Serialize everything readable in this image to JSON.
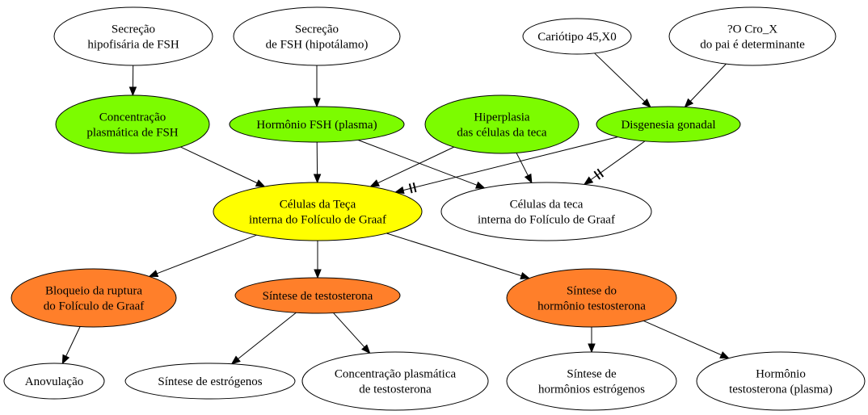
{
  "colors": {
    "green": "#7cfc00",
    "yellow": "#ffff00",
    "orange": "#ff7f2a",
    "white": "#ffffff",
    "stroke": "#000000"
  },
  "nodes": {
    "secrecao_hipofisaria": {
      "lines": [
        "Secreção",
        "hipofisária de FSH"
      ],
      "fill": "white"
    },
    "secrecao_hipotalamo": {
      "lines": [
        "Secreção",
        "de FSH (hipotálamo)"
      ],
      "fill": "white"
    },
    "cariotipo": {
      "lines": [
        "Cariótipo 45,X0"
      ],
      "fill": "white"
    },
    "cromossomo_x": {
      "lines": [
        "?O Cro_X",
        "do pai é determinante"
      ],
      "fill": "white"
    },
    "concentracao_fsh": {
      "lines": [
        "Concentração",
        "plasmática de FSH"
      ],
      "fill": "green"
    },
    "hormonio_fsh": {
      "lines": [
        "Hormônio FSH (plasma)"
      ],
      "fill": "green"
    },
    "hiperplasia": {
      "lines": [
        "Hiperplasia",
        "das células da teca"
      ],
      "fill": "green"
    },
    "disgenesia": {
      "lines": [
        "Disgenesia gonadal"
      ],
      "fill": "green"
    },
    "celulas_teca_center": {
      "lines": [
        "Células da Teça",
        "interna do Folículo de Graaf"
      ],
      "fill": "yellow"
    },
    "celulas_teca_right": {
      "lines": [
        "Células da teca",
        "interna do Folículo de Graaf"
      ],
      "fill": "white"
    },
    "bloqueio": {
      "lines": [
        "Bloqueio da ruptura",
        "do Folículo de Graaf"
      ],
      "fill": "orange"
    },
    "sintese_testosterona": {
      "lines": [
        "Síntese de testosterona"
      ],
      "fill": "orange"
    },
    "sintese_hormonio_testosterona": {
      "lines": [
        "Síntese do",
        "hormônio testosterona"
      ],
      "fill": "orange"
    },
    "anovulacao": {
      "lines": [
        "Anovulação"
      ],
      "fill": "white"
    },
    "sintese_estrogenos": {
      "lines": [
        "Síntese de estrógenos"
      ],
      "fill": "white"
    },
    "concentracao_testosterona": {
      "lines": [
        "Concentração plasmática",
        "de testosterona"
      ],
      "fill": "white"
    },
    "sintese_hormonios_estrogenos": {
      "lines": [
        "Síntese de",
        "hormônios estrógenos"
      ],
      "fill": "white"
    },
    "hormonio_testosterona_plasma": {
      "lines": [
        "Hormônio",
        "testosterona (plasma)"
      ],
      "fill": "white"
    }
  },
  "edges": [
    {
      "from": "secrecao_hipofisaria",
      "to": "concentracao_fsh",
      "blocked": false
    },
    {
      "from": "secrecao_hipotalamo",
      "to": "hormonio_fsh",
      "blocked": false
    },
    {
      "from": "cariotipo",
      "to": "disgenesia",
      "blocked": false
    },
    {
      "from": "cromossomo_x",
      "to": "disgenesia",
      "blocked": false
    },
    {
      "from": "concentracao_fsh",
      "to": "celulas_teca_center",
      "blocked": false
    },
    {
      "from": "hormonio_fsh",
      "to": "celulas_teca_center",
      "blocked": false
    },
    {
      "from": "hormonio_fsh",
      "to": "celulas_teca_right",
      "blocked": false
    },
    {
      "from": "hiperplasia",
      "to": "celulas_teca_center",
      "blocked": false
    },
    {
      "from": "hiperplasia",
      "to": "celulas_teca_right",
      "blocked": false
    },
    {
      "from": "disgenesia",
      "to": "celulas_teca_center",
      "blocked": true
    },
    {
      "from": "disgenesia",
      "to": "celulas_teca_right",
      "blocked": true
    },
    {
      "from": "celulas_teca_center",
      "to": "bloqueio",
      "blocked": false
    },
    {
      "from": "celulas_teca_center",
      "to": "sintese_testosterona",
      "blocked": false
    },
    {
      "from": "celulas_teca_center",
      "to": "sintese_hormonio_testosterona",
      "blocked": false
    },
    {
      "from": "bloqueio",
      "to": "anovulacao",
      "blocked": false
    },
    {
      "from": "sintese_testosterona",
      "to": "sintese_estrogenos",
      "blocked": false
    },
    {
      "from": "sintese_testosterona",
      "to": "concentracao_testosterona",
      "blocked": false
    },
    {
      "from": "sintese_hormonio_testosterona",
      "to": "sintese_hormonios_estrogenos",
      "blocked": false
    },
    {
      "from": "sintese_hormonio_testosterona",
      "to": "hormonio_testosterona_plasma",
      "blocked": false
    }
  ]
}
